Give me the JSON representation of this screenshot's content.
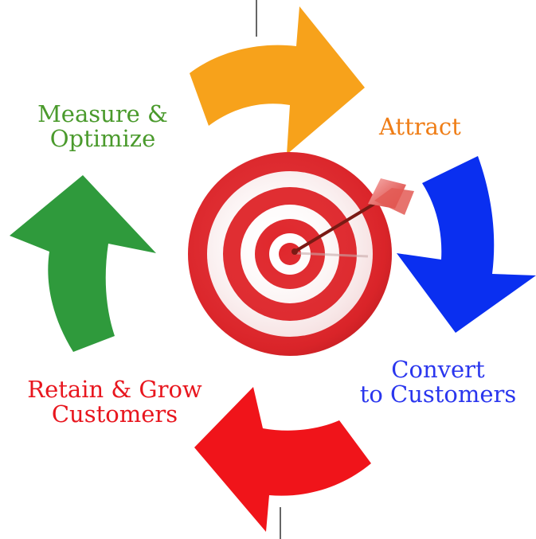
{
  "diagram": {
    "center_icon": "bullseye-target-with-dart-icon",
    "stages": [
      {
        "id": "measure",
        "label": "Measure &\nOptimize",
        "color": "#4a9a2c",
        "arrow_color": "#2f9a3c",
        "arrow_icon": "curved-arrow-up-icon"
      },
      {
        "id": "attract",
        "label": "Attract",
        "color": "#ef7d16",
        "arrow_color": "#f7a21b",
        "arrow_icon": "curved-arrow-right-icon"
      },
      {
        "id": "convert",
        "label": "Convert\nto Customers",
        "color": "#2a36ee",
        "arrow_color": "#0a2ff0",
        "arrow_icon": "curved-arrow-down-icon"
      },
      {
        "id": "retain",
        "label": "Retain & Grow\nCustomers",
        "color": "#e8161e",
        "arrow_color": "#f0141a",
        "arrow_icon": "curved-arrow-left-icon"
      }
    ],
    "target_colors": {
      "red": "#e0262b",
      "white": "#ffffff"
    }
  }
}
